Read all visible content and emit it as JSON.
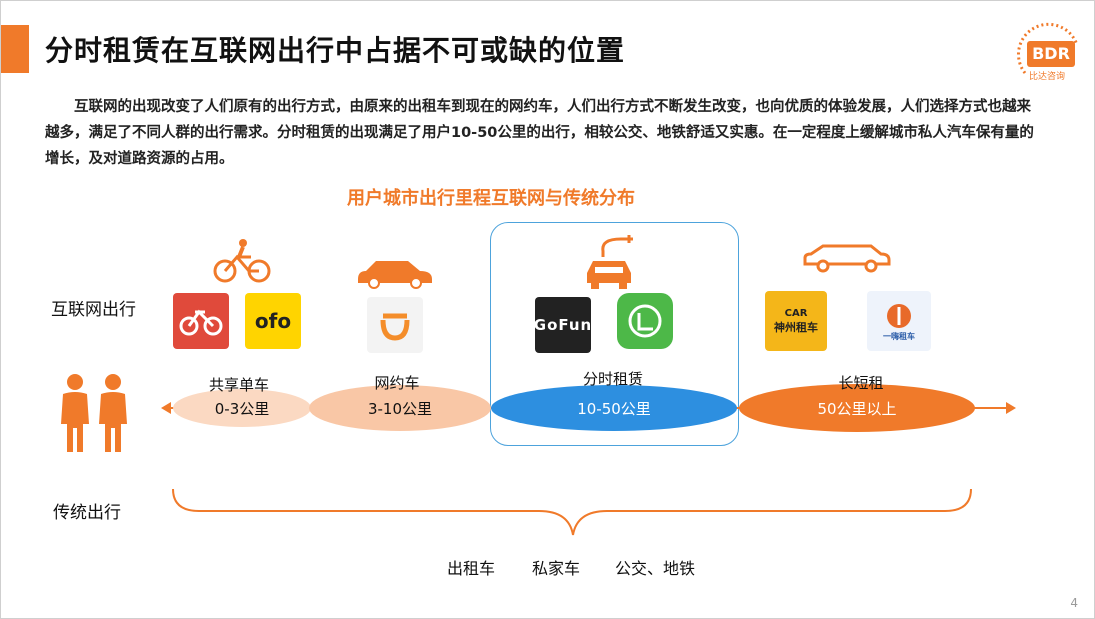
{
  "title": "分时租赁在互联网出行中占据不可或缺的位置",
  "logo": {
    "brand": "BDR",
    "subtitle": "比达咨询"
  },
  "paragraph": "互联网的出现改变了人们原有的出行方式，由原来的出租车到现在的网约车，人们出行方式不断发生改变，也向优质的体验发展，人们选择方式也越来越多，满足了不同人群的出行需求。分时租赁的出现满足了用户10-50公里的出行，相较公交、地铁舒适又实惠。在一定程度上缓解城市私人汽车保有量的增长，及对道路资源的占用。",
  "chart_title": "用户城市出行里程互联网与传统分布",
  "rows": {
    "internet": "互联网出行",
    "traditional": "传统出行"
  },
  "segments": [
    {
      "name": "共享单车",
      "range": "0-3公里"
    },
    {
      "name": "网约车",
      "range": "3-10公里"
    },
    {
      "name": "分时租赁",
      "range": "10-50公里"
    },
    {
      "name": "长短租",
      "range": "50公里以上"
    }
  ],
  "apps": {
    "ofo": "ofo",
    "gofun": "GoFun",
    "cnr": "CAR",
    "cnr_sub": "神州租车",
    "yihai": "一嗨租车"
  },
  "traditional_modes": [
    "出租车",
    "私家车",
    "公交、地铁"
  ],
  "page_number": "4",
  "colors": {
    "accent": "#f07a2a",
    "light": "#fbd9c2",
    "blue": "#2d8fe0",
    "box_border": "#4da3dc"
  }
}
